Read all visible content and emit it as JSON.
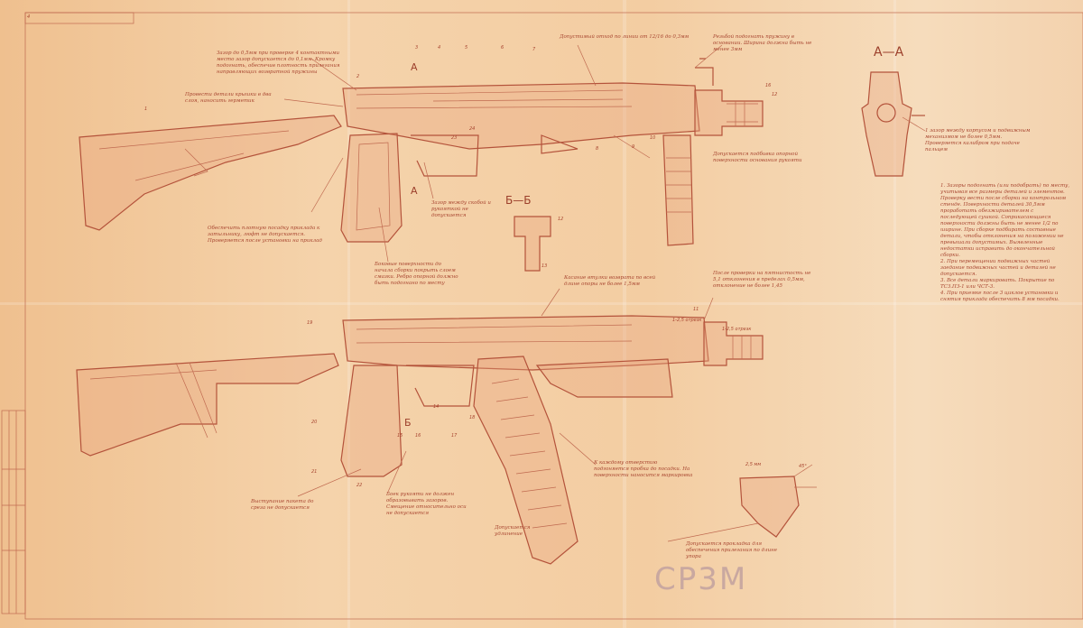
{
  "sheet_number": "4",
  "section_labels": {
    "aa_title": "А—А",
    "bb_title": "Б—Б",
    "a_mark": "А",
    "b_mark": "Б"
  },
  "stamp": "СР3М",
  "annotations": [
    "Зазор до 0,5мм при проверке 4 контактными место зазор допускается до 0,1мм. Кромку подогнать, обеспечив плотность прилегания направляющих возвратной пружины",
    "Провести детали крышки в два слоя, наносить герметик",
    "Обеспечить плотную посадку приклада к затыльнику, люфт не допускается. Проверяется после установки на приклад",
    "Допустимый отход по линии от 12/16 до 0,3мм",
    "Резьбой подогнать пружину в основании. Ширина должна быть не менее 3мм",
    "Допускается подбивка опорной поверхности основания рукояти",
    "Зазор между скобой и рукояткой не допускается",
    "Боковые поверхности до начала сборки покрыть слоем смазки. Ребро опорной должно быть подогнано по месту",
    "Касание втулки возврата по всей длине опоры не более 1,5мм",
    "После проверки на пятнистость не 5,1 отклонения в пределах 0,5мм, отклонение не более 1,45",
    "Выступание пакета до среза не допускается",
    "Боек рукояти не должен образовывать зазоров. Смещение относительно оси не допускается",
    "Допускается удлинение",
    "К каждому отверстию подгоняется пробка до посадки. На поверхности наносится маркировка",
    "Допускается прокладка для обеспечения прилегания по длине упора",
    "1 зазор между корпусом и подвижным механизмом не более 0,5мм. Проверяется калибром при подаче пальцем"
  ],
  "notes": "1. Зазоры подогнать (или подобрать) по месту, учитывая все размеры деталей и элементов. Проверку вести после сборки на контрольном стенде. Поверхности деталей 30,5мм проработать обезжиривателем с последующей сушкой. Соприкасающиеся поверхности должны быть не менее 1/2 по ширине. При сборке подбирать составные детали, чтобы отклонения на положении не превышали допустимых. Выявленные недостатки исправить до окончательной сборки.\n2. При перемещении подвижных частей заедание подвижных частей и деталей не допускается.\n3. Все детали маркировать. Покрытие по ТСЗ.ПЗ-1 или ЧСТ-3.\n4. При приемке после 3 циклов установки и снятия приклада обеспечить 8 мм посадки.",
  "dimensions": [
    "1-2,5 отрезк",
    "1-2,5 отрезк",
    "16",
    "12",
    "2,5 мм",
    "45°"
  ],
  "part_numbers": [
    "1",
    "2",
    "3",
    "4",
    "5",
    "6",
    "7",
    "8",
    "9",
    "10",
    "11",
    "12",
    "13",
    "14",
    "15",
    "16",
    "17",
    "18",
    "19",
    "20",
    "21",
    "22",
    "23",
    "24"
  ],
  "colors": {
    "ink": "#b4533b",
    "paper": "#f1c79b"
  }
}
